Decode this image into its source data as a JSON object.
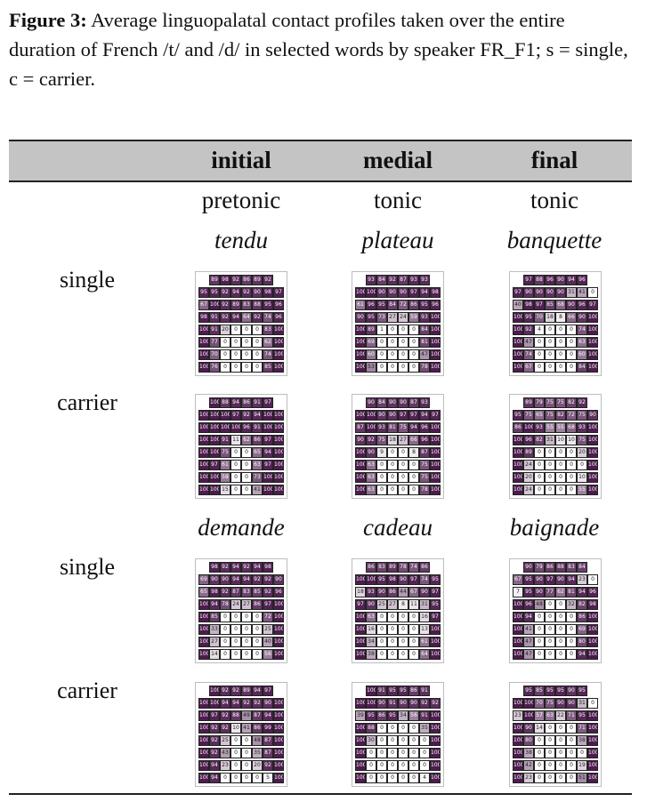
{
  "caption": {
    "label": "Figure 3:",
    "text": "Average linguopalatal contact profiles taken over the entire duration of French /t/ and /d/ in selected words by speaker FR_F1; s = single, c = carrier."
  },
  "columns": [
    "initial",
    "medial",
    "final"
  ],
  "stress": [
    "pretonic",
    "tonic",
    "tonic"
  ],
  "words_t": [
    "tendu",
    "plateau",
    "banquette"
  ],
  "words_d": [
    "demande",
    "cadeau",
    "baignade"
  ],
  "row_labels": [
    "single",
    "carrier",
    "single",
    "carrier"
  ],
  "colors": {
    "dark": "#4d1b4e",
    "white": "#ffffff"
  },
  "palates": [
    [
      [
        [
          89,
          98,
          92,
          86,
          89,
          92
        ],
        [
          95,
          95,
          92,
          94,
          92,
          90,
          98,
          97
        ],
        [
          67,
          100,
          92,
          89,
          83,
          88,
          95,
          96
        ],
        [
          98,
          91,
          92,
          94,
          64,
          92,
          74,
          96
        ],
        [
          100,
          91,
          20,
          0,
          0,
          0,
          83,
          100
        ],
        [
          100,
          77,
          0,
          0,
          0,
          0,
          62,
          100
        ],
        [
          100,
          70,
          0,
          0,
          0,
          0,
          74,
          100
        ],
        [
          100,
          76,
          0,
          0,
          0,
          0,
          85,
          100
        ]
      ],
      [
        [
          93,
          84,
          92,
          87,
          93,
          93
        ],
        [
          100,
          100,
          90,
          90,
          90,
          97,
          94,
          98
        ],
        [
          61,
          96,
          95,
          84,
          72,
          86,
          95,
          96
        ],
        [
          90,
          95,
          73,
          27,
          24,
          59,
          93,
          100
        ],
        [
          100,
          89,
          1,
          0,
          0,
          0,
          84,
          100
        ],
        [
          100,
          69,
          0,
          0,
          0,
          0,
          81,
          100
        ],
        [
          100,
          60,
          0,
          0,
          0,
          0,
          47,
          100
        ],
        [
          100,
          53,
          0,
          0,
          0,
          0,
          78,
          100
        ]
      ],
      [
        [
          97,
          88,
          96,
          90,
          94,
          96
        ],
        [
          97,
          90,
          90,
          90,
          90,
          31,
          41,
          0
        ],
        [
          40,
          98,
          97,
          85,
          68,
          90,
          96,
          97
        ],
        [
          100,
          95,
          70,
          18,
          8,
          66,
          90,
          100
        ],
        [
          100,
          92,
          4,
          0,
          0,
          0,
          74,
          100
        ],
        [
          100,
          47,
          0,
          0,
          0,
          0,
          63,
          100
        ],
        [
          100,
          74,
          0,
          0,
          0,
          0,
          60,
          100
        ],
        [
          100,
          67,
          0,
          0,
          0,
          0,
          84,
          100
        ]
      ]
    ],
    [
      [
        [
          100,
          88,
          94,
          86,
          91,
          97
        ],
        [
          100,
          100,
          100,
          97,
          92,
          94,
          100,
          100
        ],
        [
          100,
          100,
          100,
          100,
          96,
          91,
          100,
          100
        ],
        [
          100,
          100,
          91,
          11,
          62,
          86,
          97,
          100
        ],
        [
          100,
          100,
          75,
          0,
          0,
          65,
          94,
          100
        ],
        [
          100,
          97,
          61,
          0,
          0,
          63,
          97,
          100
        ],
        [
          100,
          100,
          58,
          0,
          0,
          73,
          100,
          100
        ],
        [
          100,
          100,
          15,
          0,
          0,
          41,
          100,
          100
        ]
      ],
      [
        [
          90,
          84,
          90,
          90,
          87,
          93
        ],
        [
          100,
          100,
          90,
          90,
          97,
          97,
          94,
          97
        ],
        [
          87,
          100,
          93,
          81,
          75,
          94,
          96,
          100
        ],
        [
          90,
          92,
          75,
          18,
          27,
          66,
          96,
          100
        ],
        [
          100,
          90,
          9,
          0,
          0,
          8,
          87,
          100
        ],
        [
          100,
          63,
          0,
          0,
          0,
          0,
          75,
          100
        ],
        [
          100,
          63,
          0,
          0,
          0,
          0,
          75,
          100
        ],
        [
          100,
          63,
          0,
          0,
          0,
          0,
          78,
          100
        ]
      ],
      [
        [
          89,
          79,
          75,
          75,
          82,
          92
        ],
        [
          95,
          75,
          65,
          75,
          82,
          72,
          75,
          90
        ],
        [
          86,
          100,
          93,
          55,
          55,
          68,
          93,
          100
        ],
        [
          100,
          96,
          82,
          31,
          10,
          10,
          75,
          100
        ],
        [
          100,
          89,
          0,
          0,
          0,
          0,
          20,
          100
        ],
        [
          100,
          24,
          0,
          0,
          0,
          0,
          0,
          100
        ],
        [
          100,
          20,
          0,
          0,
          0,
          0,
          10,
          100
        ],
        [
          100,
          24,
          0,
          0,
          0,
          0,
          55,
          100
        ]
      ]
    ],
    [
      [
        [
          98,
          92,
          94,
          92,
          94,
          98
        ],
        [
          69,
          90,
          90,
          94,
          94,
          92,
          92,
          90
        ],
        [
          65,
          98,
          92,
          87,
          83,
          85,
          92,
          96
        ],
        [
          100,
          94,
          78,
          24,
          27,
          86,
          97,
          100
        ],
        [
          100,
          85,
          0,
          0,
          0,
          0,
          72,
          100
        ],
        [
          100,
          33,
          0,
          0,
          0,
          0,
          25,
          100
        ],
        [
          100,
          27,
          0,
          0,
          0,
          0,
          40,
          100
        ],
        [
          100,
          14,
          0,
          0,
          0,
          0,
          56,
          100
        ]
      ],
      [
        [
          86,
          83,
          89,
          78,
          74,
          86
        ],
        [
          100,
          100,
          95,
          98,
          90,
          97,
          74,
          95
        ],
        [
          18,
          93,
          90,
          86,
          44,
          67,
          90,
          97
        ],
        [
          97,
          90,
          25,
          27,
          8,
          11,
          31,
          95
        ],
        [
          100,
          63,
          0,
          0,
          0,
          0,
          16,
          97
        ],
        [
          100,
          16,
          0,
          0,
          0,
          0,
          13,
          100
        ],
        [
          100,
          34,
          0,
          0,
          0,
          0,
          61,
          100
        ],
        [
          100,
          38,
          0,
          0,
          0,
          0,
          64,
          100
        ]
      ],
      [
        [
          90,
          79,
          86,
          88,
          83,
          84
        ],
        [
          67,
          95,
          90,
          97,
          90,
          94,
          23,
          0
        ],
        [
          7,
          95,
          90,
          77,
          62,
          81,
          94,
          96
        ],
        [
          100,
          96,
          48,
          0,
          0,
          32,
          82,
          98
        ],
        [
          100,
          94,
          0,
          0,
          0,
          0,
          86,
          100
        ],
        [
          100,
          41,
          0,
          0,
          0,
          0,
          69,
          100
        ],
        [
          100,
          47,
          0,
          0,
          0,
          0,
          80,
          100
        ],
        [
          100,
          47,
          0,
          0,
          0,
          0,
          94,
          100
        ]
      ]
    ],
    [
      [
        [
          100,
          92,
          92,
          89,
          94,
          97
        ],
        [
          100,
          100,
          94,
          94,
          92,
          92,
          90,
          100
        ],
        [
          100,
          97,
          92,
          88,
          49,
          87,
          94,
          100
        ],
        [
          100,
          92,
          92,
          10,
          41,
          86,
          99,
          100
        ],
        [
          100,
          92,
          25,
          0,
          0,
          48,
          87,
          100
        ],
        [
          100,
          92,
          43,
          0,
          0,
          35,
          87,
          100
        ],
        [
          100,
          94,
          23,
          0,
          0,
          20,
          92,
          100
        ],
        [
          100,
          94,
          0,
          0,
          0,
          0,
          5,
          100
        ]
      ],
      [
        [
          100,
          91,
          95,
          95,
          86,
          91
        ],
        [
          100,
          100,
          90,
          91,
          90,
          90,
          92,
          92
        ],
        [
          39,
          95,
          86,
          95,
          34,
          56,
          91,
          100
        ],
        [
          100,
          88,
          0,
          0,
          0,
          0,
          35,
          100
        ],
        [
          100,
          30,
          0,
          0,
          0,
          0,
          0,
          100
        ],
        [
          100,
          0,
          0,
          0,
          0,
          0,
          0,
          100
        ],
        [
          100,
          0,
          0,
          0,
          0,
          0,
          0,
          100
        ],
        [
          100,
          0,
          0,
          0,
          0,
          0,
          4,
          100
        ]
      ],
      [
        [
          95,
          85,
          95,
          95,
          90,
          95
        ],
        [
          100,
          100,
          70,
          75,
          90,
          90,
          31,
          0
        ],
        [
          23,
          100,
          57,
          63,
          22,
          71,
          95,
          100
        ],
        [
          100,
          90,
          14,
          0,
          0,
          0,
          71,
          100
        ],
        [
          100,
          80,
          0,
          0,
          0,
          0,
          38,
          100
        ],
        [
          100,
          38,
          0,
          0,
          0,
          0,
          0,
          100
        ],
        [
          100,
          42,
          0,
          0,
          0,
          0,
          19,
          100
        ],
        [
          100,
          23,
          0,
          0,
          0,
          0,
          51,
          100
        ]
      ]
    ]
  ]
}
